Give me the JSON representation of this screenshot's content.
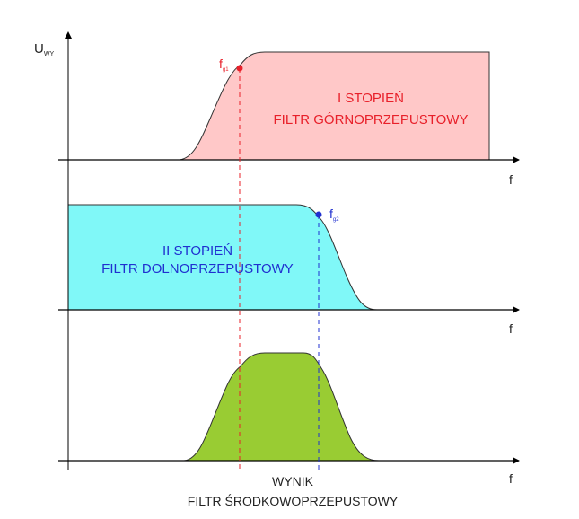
{
  "axis": {
    "y_label_main": "U",
    "y_label_sub": "WY",
    "x_label": "f"
  },
  "panel_top": {
    "title": "I STOPIEŃ",
    "subtitle": "FILTR GÓRNOPRZEPUSTOWY",
    "marker_main": "f",
    "marker_sub": "g1"
  },
  "panel_middle": {
    "title": "II STOPIEŃ",
    "subtitle": "FILTR DOLNOPRZEPUSTOWY",
    "marker_main": "f",
    "marker_sub": "g2"
  },
  "panel_bottom": {
    "title": "WYNIK",
    "subtitle": "FILTR ŚRODKOWOPRZEPUSTOWY"
  },
  "colors": {
    "highpass_fill": "#ffc8c8",
    "lowpass_fill": "#80f8f8",
    "bandpass_fill": "#99cc33",
    "red": "#e8202a",
    "blue": "#2030d0",
    "axis": "#000000"
  }
}
